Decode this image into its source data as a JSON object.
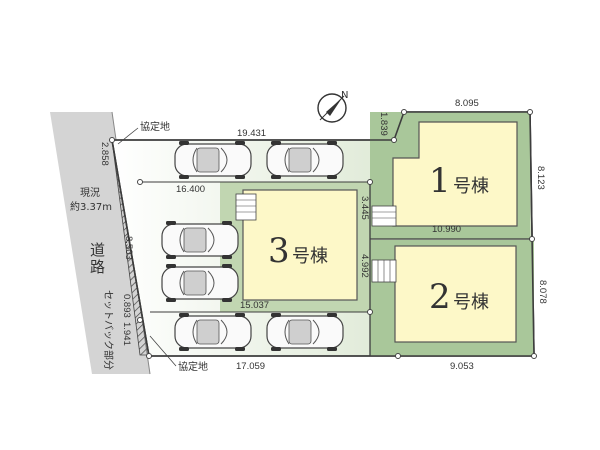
{
  "colors": {
    "lot_green": "#a9c79a",
    "lot_green_light": "#dfe9d4",
    "house_yellow": "#fdf8c8",
    "road_gray": "#d4d4d4",
    "border": "#3d3d3d",
    "accent": "#bf2626"
  },
  "compass": {
    "north_label": "N"
  },
  "houses": [
    {
      "number": "1",
      "suffix": "号棟"
    },
    {
      "number": "2",
      "suffix": "号棟"
    },
    {
      "number": "3",
      "suffix": "号棟"
    }
  ],
  "road": {
    "name": "道路",
    "current_label": "現況",
    "current_width": "約3.37m",
    "setback_label": "セットバック部分"
  },
  "agreement_land": [
    "協定地",
    "協定地"
  ],
  "dimensions": {
    "top_right_width": "8.095",
    "top_left_width": "19.431",
    "top_notch": "1.839",
    "right_upper": "8.123",
    "right_lower": "8.078",
    "bottom_left": "17.059",
    "bottom_right": "9.053",
    "left_top": "2.858",
    "left_mid": "8.503",
    "left_low_1": "1.941",
    "left_low_2": "0.893",
    "inner_top": "16.400",
    "inner_mid": "10.990",
    "inner_short": "3.445",
    "inner_vertical": "4.992",
    "inner_bottom": "15.037"
  }
}
